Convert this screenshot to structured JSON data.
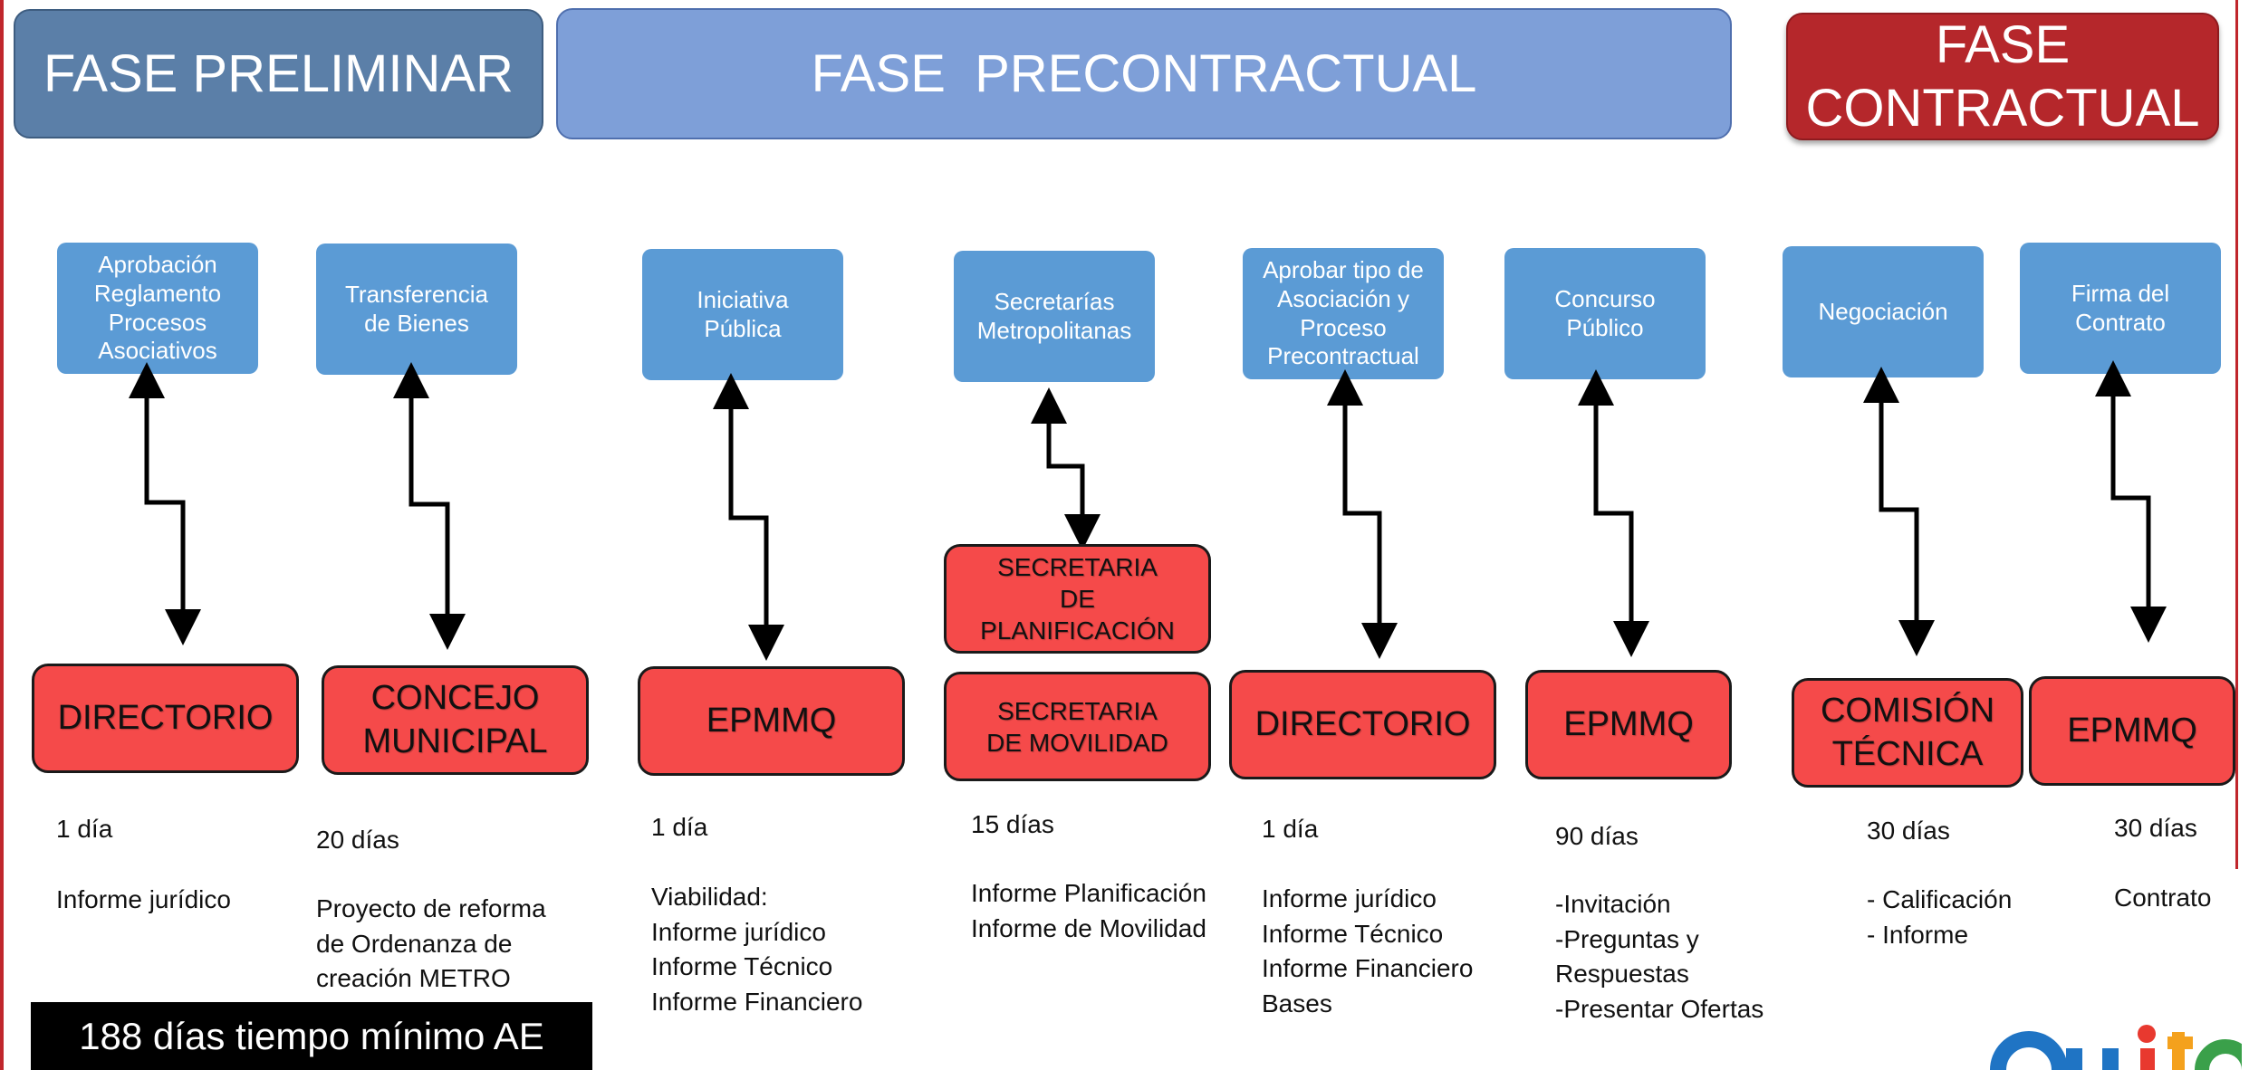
{
  "phases": {
    "preliminar": "FASE PRELIMINAR",
    "precontractual": "FASE  PRECONTRACTUAL",
    "contractual": "FASE CONTRACTUAL"
  },
  "steps": [
    {
      "activity": "Aprobación Reglamento Procesos Asociativos",
      "entity": "DIRECTORIO",
      "days": "1 día",
      "docs": [
        "Informe jurídico"
      ]
    },
    {
      "activity": "Transferencia de Bienes",
      "entity": "CONCEJO MUNICIPAL",
      "days": "20 días",
      "docs": [
        "Proyecto de reforma",
        "de Ordenanza de",
        "creación METRO"
      ]
    },
    {
      "activity": "Iniciativa Pública",
      "entity": "EPMMQ",
      "days": "1 día",
      "docs": [
        "Viabilidad:",
        "Informe jurídico",
        "Informe Técnico",
        "Informe Financiero"
      ]
    },
    {
      "activity": "Secretarías Metropolitanas",
      "entities": [
        "SECRETARIA DE PLANIFICACIÓN",
        "SECRETARIA DE MOVILIDAD"
      ],
      "days": "15 días",
      "docs": [
        "Informe Planificación",
        "Informe de Movilidad"
      ]
    },
    {
      "activity": "Aprobar tipo de Asociación y Proceso Precontractual",
      "entity": "DIRECTORIO",
      "days": "1 día",
      "docs": [
        "Informe jurídico",
        "Informe Técnico",
        "Informe Financiero",
        "Bases"
      ]
    },
    {
      "activity": "Concurso Público",
      "entity": "EPMMQ",
      "days": "90 días",
      "docs": [
        "-Invitación",
        "-Preguntas y",
        "Respuestas",
        "-Presentar Ofertas"
      ]
    },
    {
      "activity": "Negociación",
      "entity": "COMISIÓN TÉCNICA",
      "days": "30 días",
      "docs": [
        "- Calificación",
        "- Informe"
      ]
    },
    {
      "activity": "Firma del Contrato",
      "entity": "EPMMQ",
      "days": "30 días",
      "docs": [
        "Contrato"
      ]
    }
  ],
  "total": "188 días tiempo mínimo AE",
  "colors": {
    "phase_preliminar": "#5b7fa8",
    "phase_precontractual": "#7e9fd8",
    "phase_contractual": "#b5272b",
    "activity": "#5b9bd5",
    "entity": "#f54a4a"
  },
  "icons": {
    "connector": "zigzag-double-arrow",
    "logo": "quito-logo"
  }
}
